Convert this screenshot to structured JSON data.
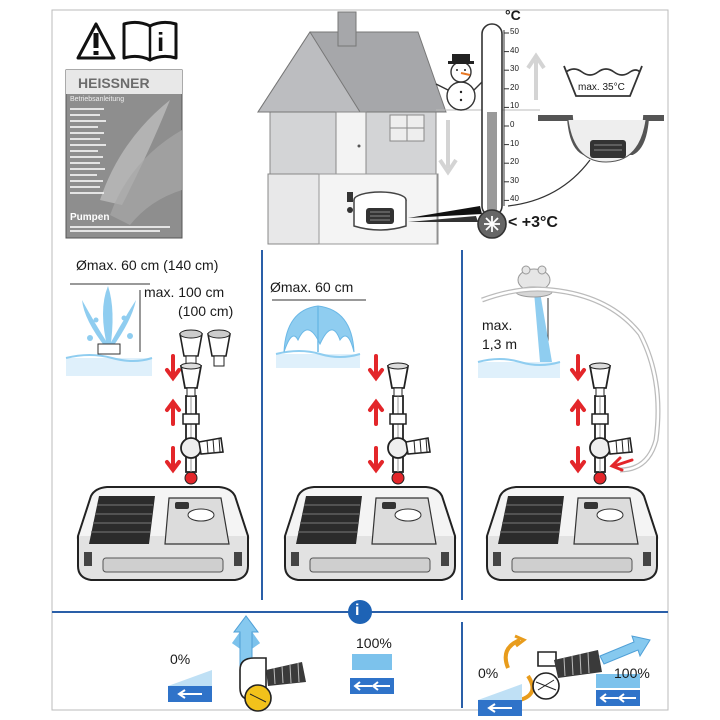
{
  "manual": {
    "brand": "HEISSNER",
    "booklet_subtitle": "Betriebsanleitung",
    "booklet_title": "Pumpen",
    "info_symbol": "i"
  },
  "temperature": {
    "unit": "°C",
    "scale": [
      "50",
      "40",
      "30",
      "20",
      "10",
      "0",
      "10",
      "20",
      "30",
      "40"
    ],
    "min_label": "< +3°C",
    "max_label": "max. 35°C"
  },
  "panels": [
    {
      "diameter": "Ømax. 60 cm (140 cm)",
      "height": "max. 100 cm",
      "height_alt": "(100 cm)"
    },
    {
      "diameter": "Ømax. 60 cm"
    },
    {
      "height_line1": "max.",
      "height_line2": "1,3 m"
    }
  ],
  "flow": {
    "min_label": "0%",
    "max_label": "100%"
  },
  "colors": {
    "arrow_red": "#e3262a",
    "water_blue": "#8fcdf0",
    "accent_blue": "#1e63b5",
    "divider_blue": "#2a5fa8",
    "house_gray": "#cfd0d2"
  }
}
